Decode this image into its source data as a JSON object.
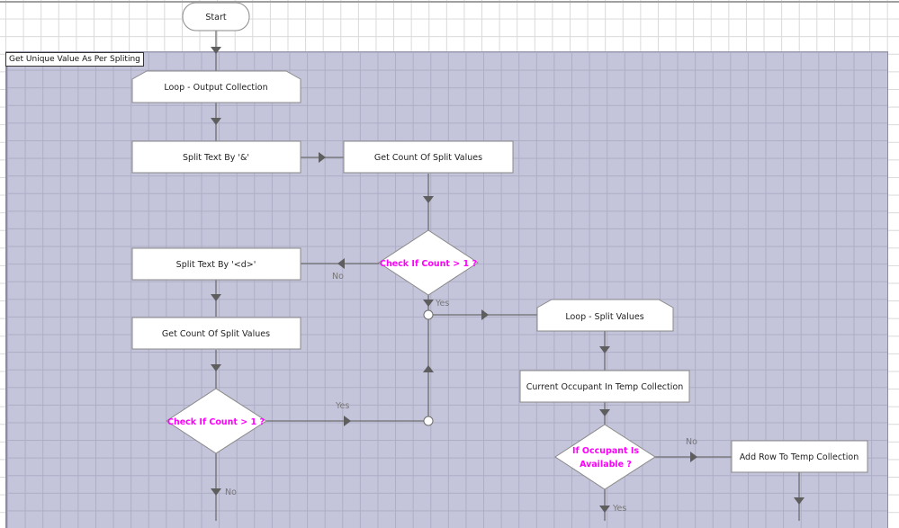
{
  "block": {
    "label": "Get Unique Value As Per Spliting"
  },
  "nodes": {
    "start": "Start",
    "loop_output": "Loop - Output Collection",
    "split_amp": "Split Text By '&'",
    "count1": "Get Count Of Split Values",
    "check1": "Check If Count > 1 ?",
    "split_d": "Split Text By '<d>'",
    "count2": "Get Count Of Split Values",
    "check2": "Check If Count > 1 ?",
    "loop_split": "Loop - Split Values",
    "current_occupant": "Current Occupant In Temp Collection",
    "if_occupant_line1": "If Occupant Is",
    "if_occupant_line2": "Available ?",
    "add_row": "Add Row To Temp Collection"
  },
  "edges": {
    "check1_no": "No",
    "check1_yes": "Yes",
    "check2_yes": "Yes",
    "check2_no": "No",
    "occupant_no": "No",
    "occupant_yes": "Yes"
  },
  "colors": {
    "block_fill": "#c4c4da",
    "decision_text": "#ff00ff",
    "connector": "#6e6e6e"
  }
}
